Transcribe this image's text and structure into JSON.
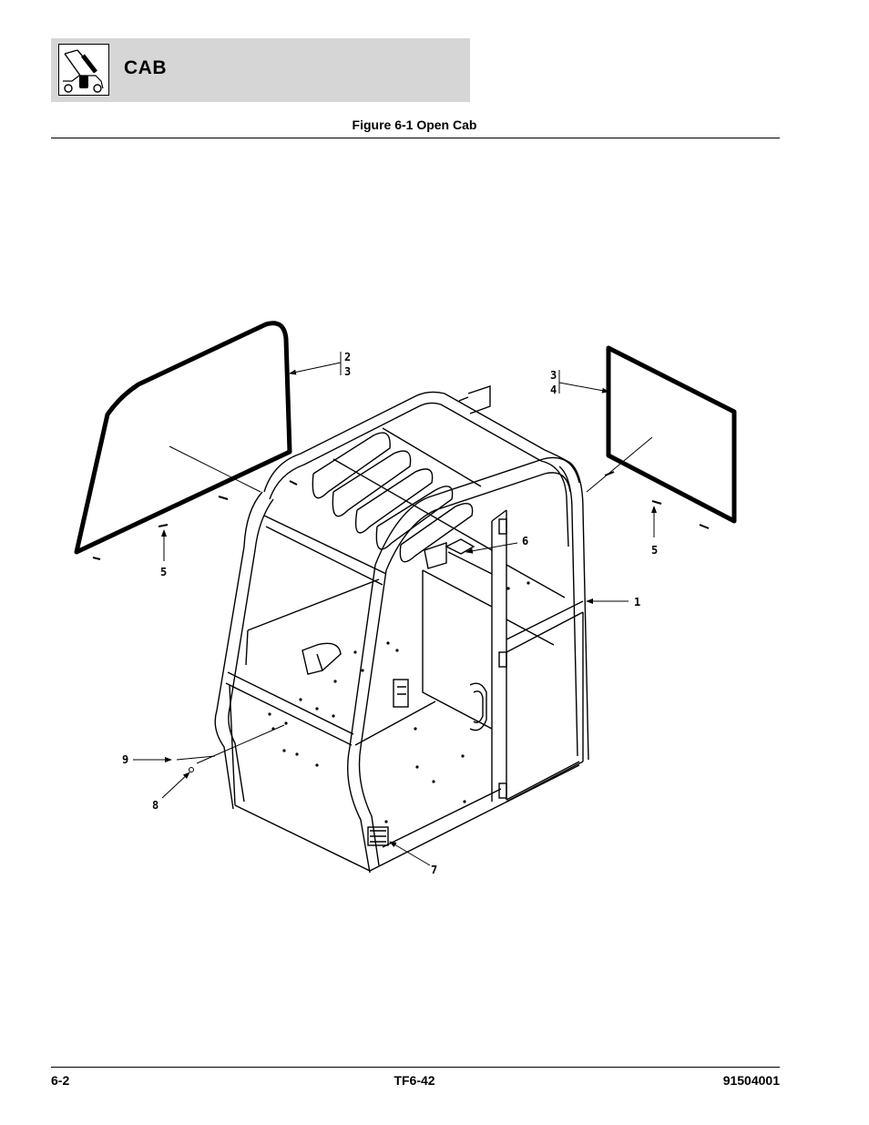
{
  "header": {
    "section_title": "CAB",
    "figure_title": "Figure 6-1 Open Cab",
    "icon": "telehandler-cab-icon"
  },
  "callouts": {
    "c1": "1",
    "c2": "2",
    "c3a": "3",
    "c3b": "3",
    "c4": "4",
    "c5a": "5",
    "c5b": "5",
    "c6": "6",
    "c7": "7",
    "c8": "8",
    "c9": "9"
  },
  "footer": {
    "page_number": "6-2",
    "model": "TF6-42",
    "part_number": "91504001"
  }
}
